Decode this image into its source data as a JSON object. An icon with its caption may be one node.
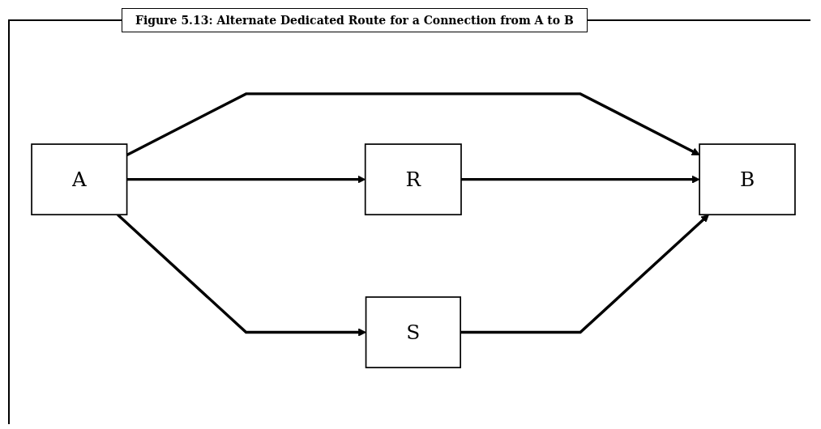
{
  "diagram": {
    "title": "Figure 5.13: Alternate Dedicated Route for a Connection from A to B",
    "nodes": [
      {
        "text": [
          "R"
        ]
      },
      {
        "text": [
          "A"
        ]
      },
      {
        "text": [
          "B"
        ]
      },
      {
        "text": [
          "S"
        ]
      }
    ],
    "edges": [
      {
        "from": 1,
        "to": 0,
        "arrow": "to"
      },
      {
        "from": 1,
        "to": 2,
        "arrow": "to"
      },
      {
        "from": 1,
        "to": 3,
        "arrow": "to"
      },
      {
        "from": 0,
        "to": 2,
        "arrow": "to"
      },
      {
        "from": 3,
        "to": 2,
        "arrow": "to"
      }
    ]
  }
}
